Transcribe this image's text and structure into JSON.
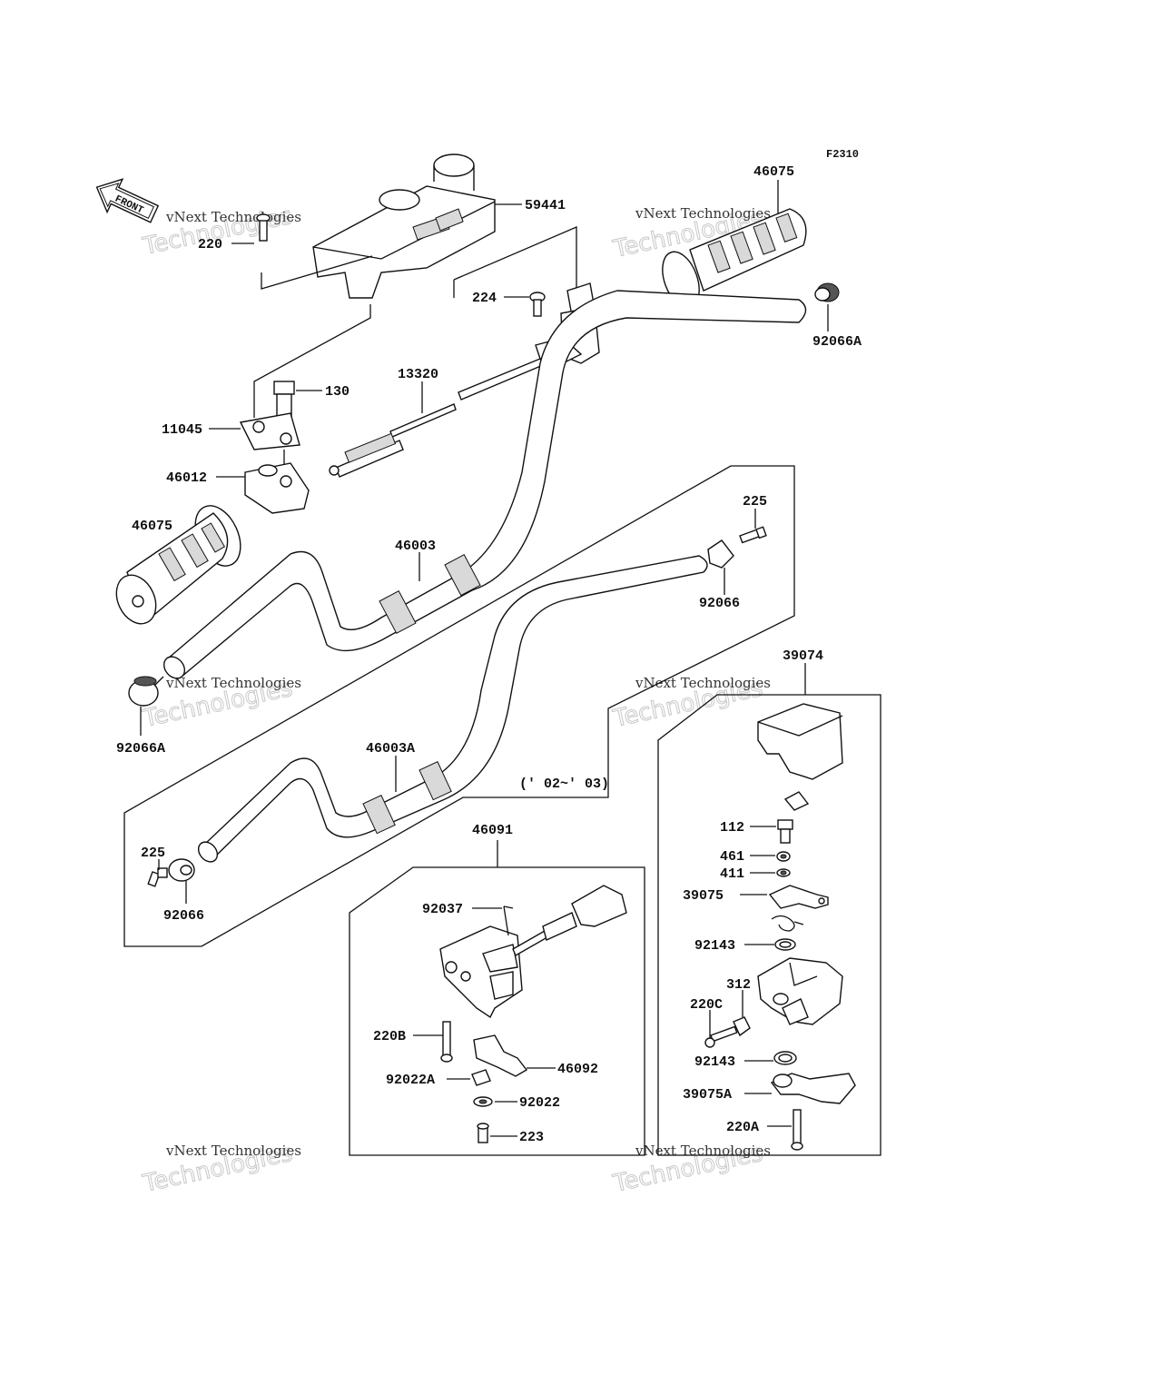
{
  "figure_code": "F2310",
  "front_label": "FRONT",
  "year_note": "(' 02~' 03)",
  "watermark": {
    "line1": "vNext Technologies",
    "line2": "Technologies",
    "line3": "vNext"
  },
  "callouts": {
    "c59441": "59441",
    "c220": "220",
    "c46075_top": "46075",
    "c224": "224",
    "c92066A_top": "92066A",
    "c13320": "13320",
    "c130": "130",
    "c11045": "11045",
    "c46012": "46012",
    "c46075_left": "46075",
    "c46003": "46003",
    "c225_top": "225",
    "c92066_top": "92066",
    "c92066A_left": "92066A",
    "c46003A": "46003A",
    "c225_bot": "225",
    "c92066_bot": "92066",
    "c39074": "39074",
    "c46091": "46091",
    "c92037": "92037",
    "c112": "112",
    "c461": "461",
    "c411": "411",
    "c39075": "39075",
    "c92143_a": "92143",
    "c312": "312",
    "c220C": "220C",
    "c92143_b": "92143",
    "c39075A": "39075A",
    "c220A": "220A",
    "c220B": "220B",
    "c46092": "46092",
    "c92022A": "92022A",
    "c92022": "92022",
    "c223": "223"
  }
}
